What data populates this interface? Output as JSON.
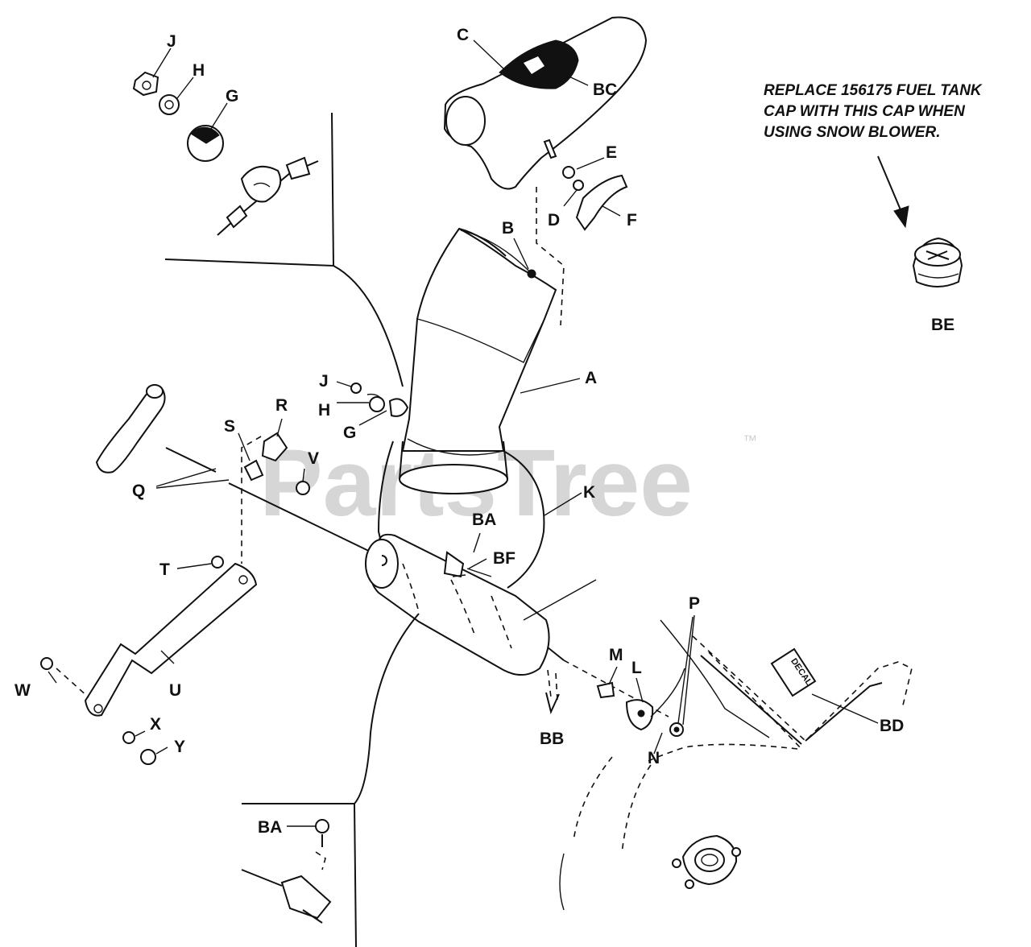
{
  "watermark": {
    "text": "PartsTree",
    "trademark": "™"
  },
  "note": {
    "lines": [
      "REPLACE 156175 FUEL TANK",
      "CAP WITH THIS CAP WHEN",
      "USING SNOW BLOWER."
    ]
  },
  "decal_text": "DECAL",
  "labels": {
    "J_top": "J",
    "H_top": "H",
    "G_top": "G",
    "C": "C",
    "BC": "BC",
    "E": "E",
    "D": "D",
    "F": "F",
    "B": "B",
    "A": "A",
    "J_mid": "J",
    "H_mid": "H",
    "G_mid": "G",
    "R": "R",
    "S": "S",
    "V": "V",
    "Q": "Q",
    "K": "K",
    "BA_mid": "BA",
    "BF": "BF",
    "T": "T",
    "U": "U",
    "W": "W",
    "X": "X",
    "Y": "Y",
    "BB": "BB",
    "M": "M",
    "L": "L",
    "P": "P",
    "N": "N",
    "BD": "BD",
    "BA_bottom": "BA",
    "BE": "BE"
  }
}
